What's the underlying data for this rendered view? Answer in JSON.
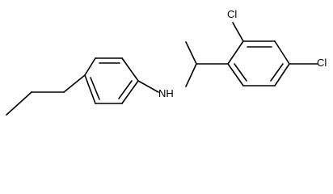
{
  "molecule": {
    "atoms": {
      "cl_top": "Cl",
      "cl_right": "Cl",
      "nh": "NH"
    }
  },
  "colors": {
    "bond": "#000000",
    "label": "#000000",
    "background": "#ffffff"
  }
}
